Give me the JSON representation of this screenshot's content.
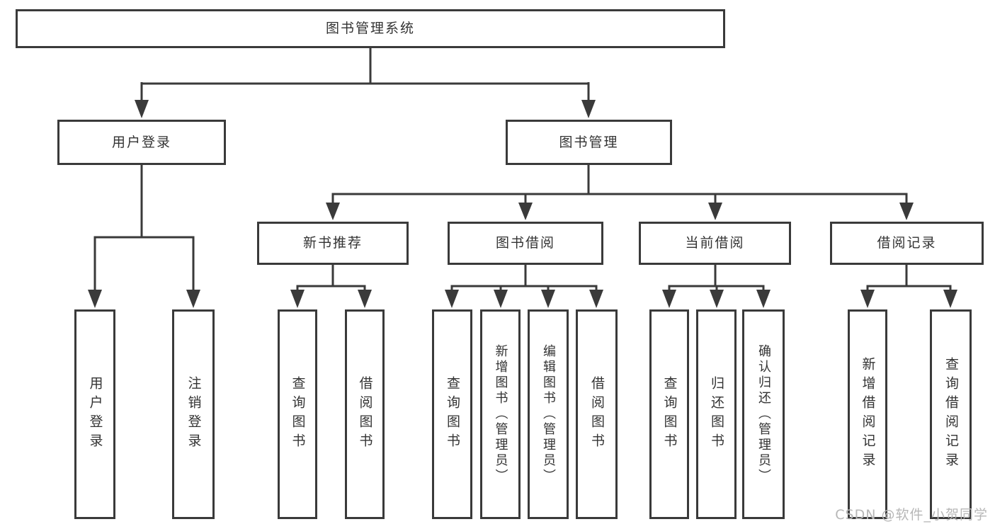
{
  "colors": {
    "line": "#3a3a3a",
    "text": "#333333",
    "box_background": "#ffffff",
    "watermark": "#b7b7b7"
  },
  "watermark": {
    "text": "CSDN @软件_小贺同学"
  },
  "nodes": {
    "root": "图书管理系统",
    "user_login": "用户登录",
    "book_management": "图书管理",
    "new_book_recommend": "新书推荐",
    "book_borrow": "图书借阅",
    "current_borrow": "当前借阅",
    "borrow_records": "借阅记录",
    "leaf_user_login": "用户登录",
    "leaf_logout": "注销登录",
    "nb_query_books": "查询图书",
    "nb_borrow_books": "借阅图书",
    "bb_query_books": "查询图书",
    "bb_add_books": "新增图书（管理员）",
    "bb_edit_books": "编辑图书（管理员）",
    "bb_borrow_books": "借阅图书",
    "cb_query_books": "查询图书",
    "cb_return_books": "归还图书",
    "cb_confirm_return": "确认归还（管理员）",
    "br_add_record": "新增借阅记录",
    "br_query_record": "查询借阅记录"
  }
}
